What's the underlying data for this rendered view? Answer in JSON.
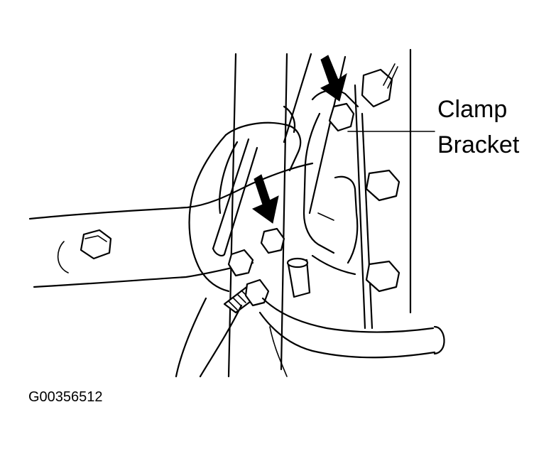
{
  "callout": {
    "line1": "Clamp",
    "line2": "Bracket"
  },
  "figure_id": "G00356512",
  "icons": [
    "arrow-down-icon",
    "bolt-icon"
  ],
  "colors": {
    "ink": "#000000",
    "background": "#ffffff"
  }
}
